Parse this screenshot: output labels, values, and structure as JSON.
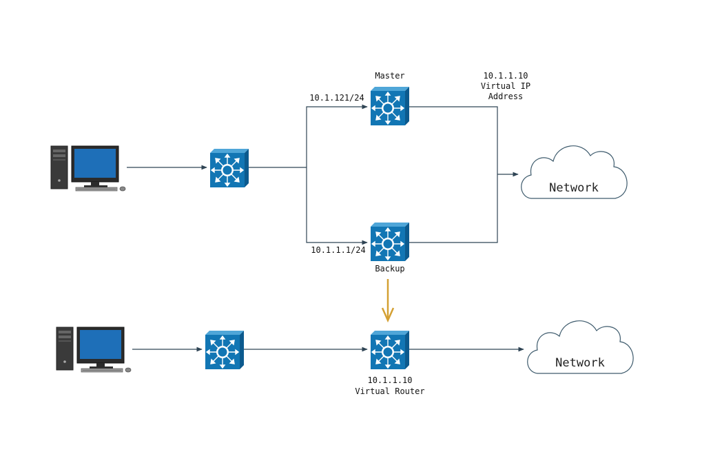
{
  "top": {
    "master_label": "Master",
    "backup_label": "Backup",
    "master_ip": "10.1.121/24",
    "backup_ip": "10.1.1.1/24",
    "virtual_ip_lines": [
      "10.1.1.10",
      "Virtual IP",
      "Address"
    ],
    "cloud_label": "Network"
  },
  "bottom": {
    "router_lines": [
      "10.1.1.10",
      "Virtual Router"
    ],
    "cloud_label": "Network"
  },
  "colors": {
    "switch_face": "#1276b4",
    "switch_side": "#0c5a8e",
    "switch_top": "#4fa6d8",
    "wire": "#2f4454",
    "transition_arrow": "#d4a032",
    "cloud_stroke": "#3d5a6c"
  },
  "icons": [
    "desktop-computer-icon",
    "layer3-switch-icon",
    "cloud-icon"
  ]
}
